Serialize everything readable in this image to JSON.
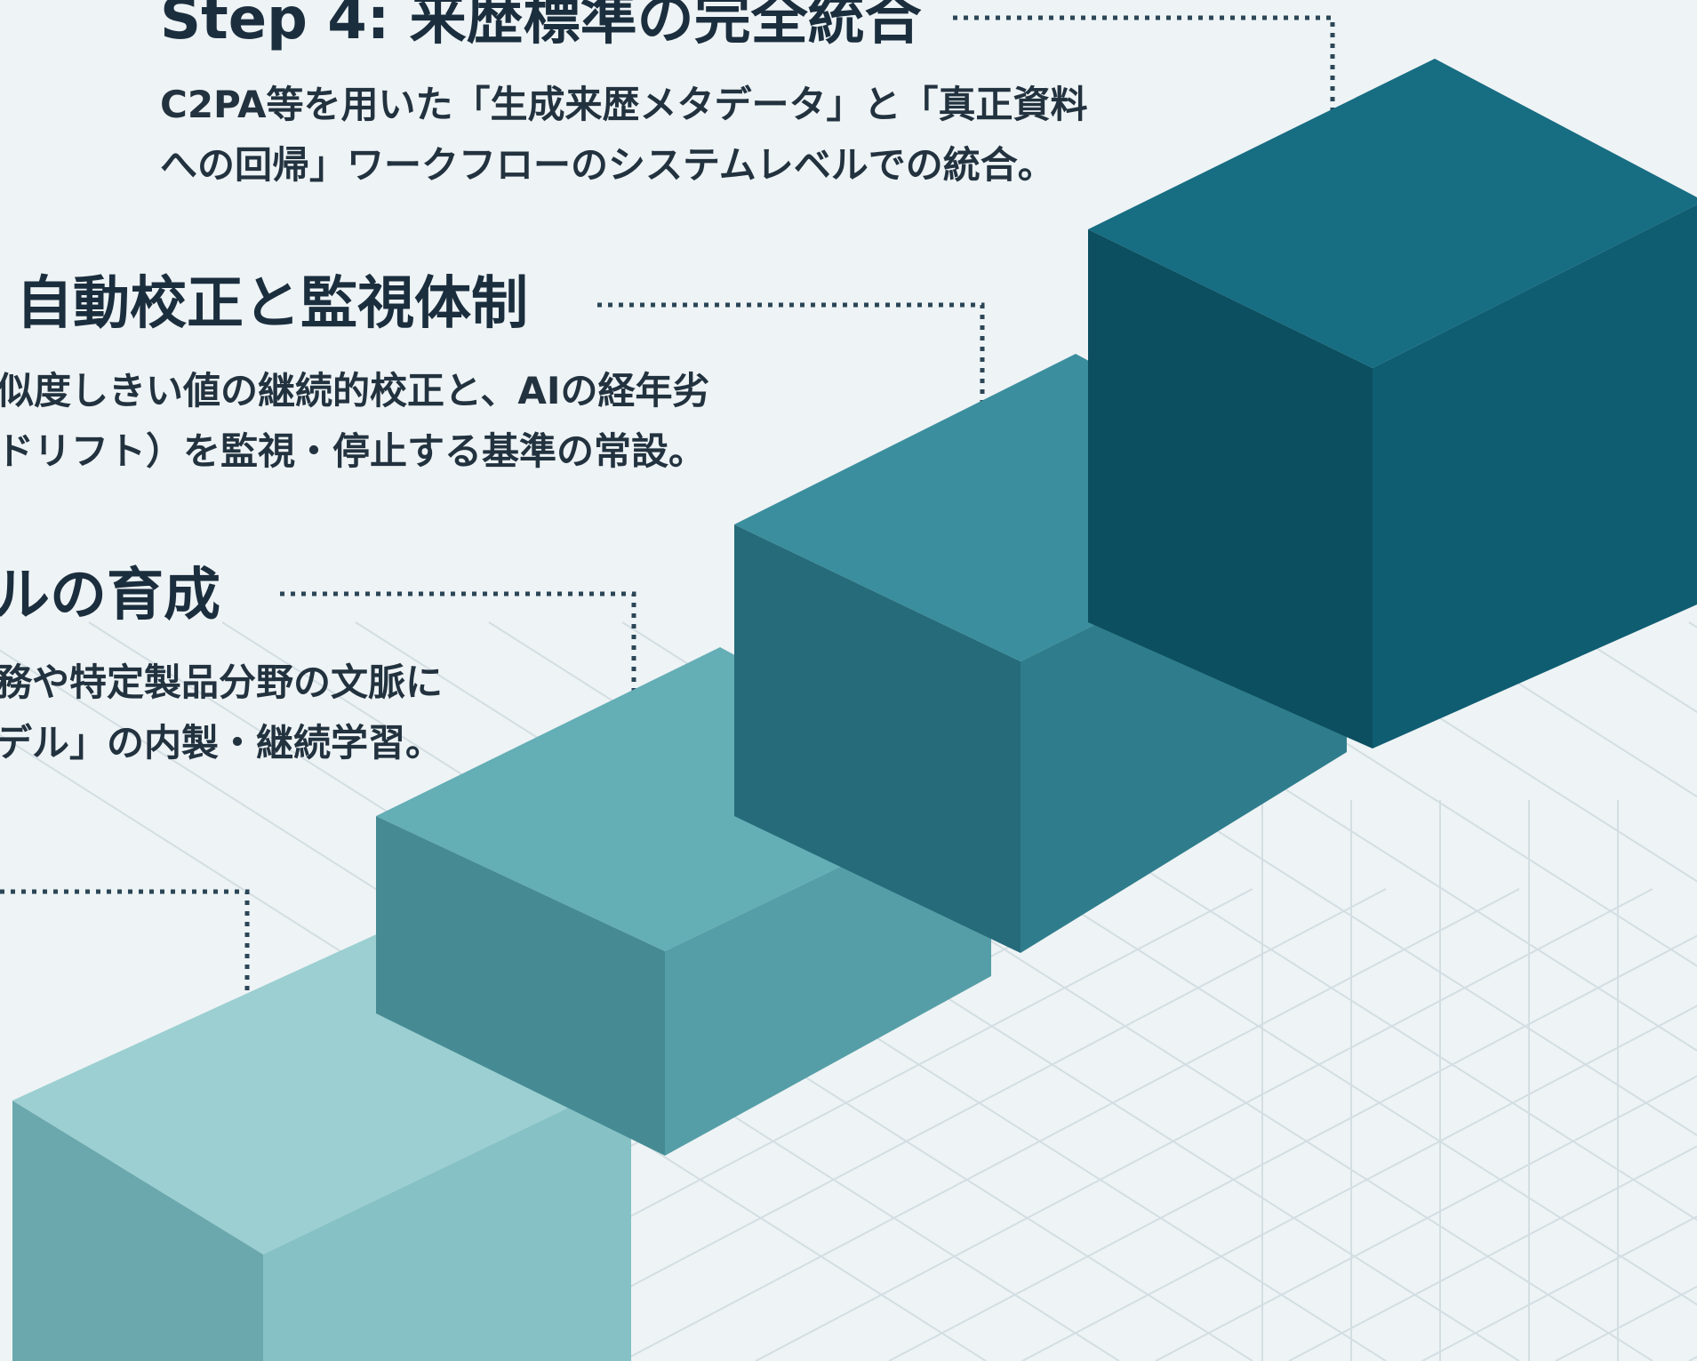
{
  "steps": [
    {
      "id": "step1",
      "title": "",
      "desc_lines": [],
      "colors": {
        "top": "#9bcfd1",
        "left": "#6ba8ae",
        "right": "#86c1c6"
      }
    },
    {
      "id": "step2",
      "title": "ルの育成",
      "desc_lines": [
        "務や特定製品分野の文脈に",
        "デル」の内製・継続学習。"
      ],
      "colors": {
        "top": "#64aeb6",
        "left": "#468b94",
        "right": "#559ea7"
      }
    },
    {
      "id": "step3",
      "title": "自動校正と監視体制",
      "desc_lines": [
        "似度しきい値の継続的校正と、AIの経年劣",
        "ドリフト）を監視・停止する基準の常設。"
      ],
      "colors": {
        "top": "#3a8e9d",
        "left": "#266b7a",
        "right": "#2f7d8c"
      }
    },
    {
      "id": "step4",
      "title": "Step 4: 来歴標準の完全統合",
      "desc_lines": [
        "C2PA等を用いた「生成来歴メタデータ」と「真正資料",
        "への回帰」ワークフローのシステムレベルでの統合。"
      ],
      "colors": {
        "top": "#176d82",
        "left": "#0c4f60",
        "right": "#0f5d71"
      }
    }
  ],
  "colors": {
    "background": "#eef3f5",
    "grid_line": "#d3dee3",
    "connector": "#2a4657",
    "text_title": "#1b2e3e",
    "text_desc": "#22323f"
  }
}
